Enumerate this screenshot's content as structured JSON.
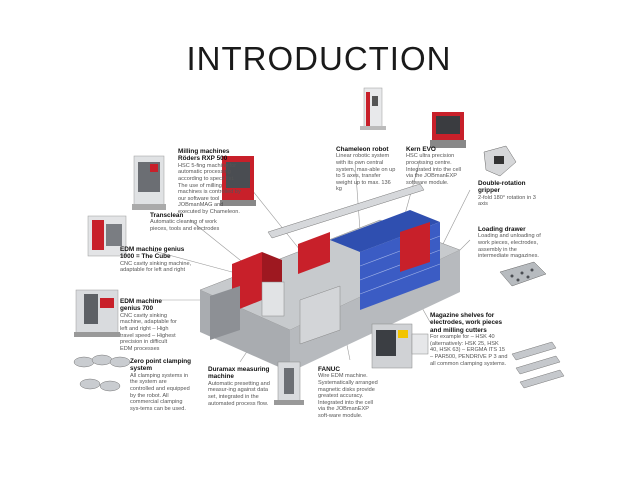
{
  "title": "INTRODUCTION",
  "labels": {
    "milling": {
      "name": "Milling machines Röders RXP 500",
      "desc": "HSC 5-fing machine for automatic processing according to specif list. The use of milling machines is controlled by our software tool JOBmanMAG and executed by Chameleon."
    },
    "transclean": {
      "name": "Transclean",
      "desc": "Automatic cleaning of work pieces, tools and electrodes"
    },
    "edm1000": {
      "name": "EDM machine genius 1000 = The Cube",
      "desc": "CNC cavity sinking machine, adaptable for left and right"
    },
    "edm700": {
      "name": "EDM machine genius 700",
      "desc": "CNC cavity sinking machine, adaptable for left and right – High travel speed – Highest precision in difficult EDM processes"
    },
    "zeropoint": {
      "name": "Zero point clamping system",
      "desc": "All clamping systems in the system are controlled and equipped by the robot. All commercial clamping sys-tems can be used."
    },
    "duramax": {
      "name": "Duramax measuring machine",
      "desc": "Automatic presetting and measur-ing against data set, integrated in the automated process flow."
    },
    "fanuc": {
      "name": "FANUC",
      "desc": "Wire EDM machine. Systematically arranged magnetic disks provide greatest accuracy. Integrated into the cell via the JOBmanEXP soft-ware module."
    },
    "chameleon": {
      "name": "Chameleon robot",
      "desc": "Linear robotic system with its own central system, max-able on up to 5 axes, transfer weight up to max. 136 kg"
    },
    "kern": {
      "name": "Kern EVO",
      "desc": "HSC ultra precision processing centre. Integrated into the cell via the JOBmanEXP software module."
    },
    "gripper": {
      "name": "Double-rotation gripper",
      "desc": "2-fold 180° rotation in 3 axis"
    },
    "loading": {
      "name": "Loading drawer",
      "desc": "Loading and unloading of work pieces, electrodes, assembly in the intermediate magazines."
    },
    "magazine": {
      "name": "Magazine shelves for electrodes, work pieces and milling cutters",
      "desc": "For example for – HSK 40 (alternatively: HSK 25, HSK 40, HSK 63) – ERGMA ITS 15 – PAR500, PENDRIVE P 3 and all common clamping systems."
    }
  },
  "colors": {
    "machine_red": "#c8202a",
    "shelf_blue": "#2f4fb0",
    "machine_grey": "#b8bcc0",
    "dark": "#4a4d52"
  }
}
